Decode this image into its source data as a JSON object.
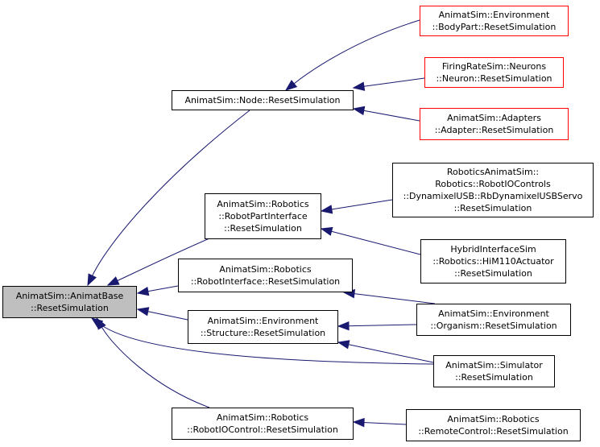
{
  "diagram": {
    "colors": {
      "edge": "#191970",
      "border": "#000000",
      "border_highlight": "#ff0000",
      "root_fill": "#bfbfbf"
    },
    "nodes": [
      {
        "id": "root",
        "lines": [
          "AnimatSim::AnimatBase",
          "::ResetSimulation"
        ],
        "style": "root"
      },
      {
        "id": "node_reset",
        "lines": [
          "AnimatSim::Node::ResetSimulation"
        ],
        "style": "normal"
      },
      {
        "id": "bodypart",
        "lines": [
          "AnimatSim::Environment",
          "::BodyPart::ResetSimulation"
        ],
        "style": "red"
      },
      {
        "id": "neuron",
        "lines": [
          "FiringRateSim::Neurons",
          "::Neuron::ResetSimulation"
        ],
        "style": "red"
      },
      {
        "id": "adapter",
        "lines": [
          "AnimatSim::Adapters",
          "::Adapter::ResetSimulation"
        ],
        "style": "red"
      },
      {
        "id": "robotpart",
        "lines": [
          "AnimatSim::Robotics",
          "::RobotPartInterface",
          "::ResetSimulation"
        ],
        "style": "normal"
      },
      {
        "id": "dynamixel",
        "lines": [
          "RoboticsAnimatSim::",
          "Robotics::RobotIOControls",
          "::DynamixelUSB::RbDynamixelUSBServo",
          "::ResetSimulation"
        ],
        "style": "normal"
      },
      {
        "id": "him110",
        "lines": [
          "HybridInterfaceSim",
          "::Robotics::HiM110Actuator",
          "::ResetSimulation"
        ],
        "style": "normal"
      },
      {
        "id": "robotinterface",
        "lines": [
          "AnimatSim::Robotics",
          "::RobotInterface::ResetSimulation"
        ],
        "style": "normal"
      },
      {
        "id": "structure",
        "lines": [
          "AnimatSim::Environment",
          "::Structure::ResetSimulation"
        ],
        "style": "normal"
      },
      {
        "id": "organism",
        "lines": [
          "AnimatSim::Environment",
          "::Organism::ResetSimulation"
        ],
        "style": "normal"
      },
      {
        "id": "simulator",
        "lines": [
          "AnimatSim::Simulator",
          "::ResetSimulation"
        ],
        "style": "normal"
      },
      {
        "id": "robotio",
        "lines": [
          "AnimatSim::Robotics",
          "::RobotIOControl::ResetSimulation"
        ],
        "style": "normal"
      },
      {
        "id": "remote",
        "lines": [
          "AnimatSim::Robotics",
          "::RemoteControl::ResetSimulation"
        ],
        "style": "normal"
      }
    ],
    "edges": [
      {
        "from": "node_reset",
        "to": "root"
      },
      {
        "from": "robotpart",
        "to": "root"
      },
      {
        "from": "robotinterface",
        "to": "root"
      },
      {
        "from": "structure",
        "to": "root"
      },
      {
        "from": "simulator",
        "to": "root"
      },
      {
        "from": "robotio",
        "to": "root"
      },
      {
        "from": "bodypart",
        "to": "node_reset"
      },
      {
        "from": "neuron",
        "to": "node_reset"
      },
      {
        "from": "adapter",
        "to": "node_reset"
      },
      {
        "from": "dynamixel",
        "to": "robotpart"
      },
      {
        "from": "him110",
        "to": "robotpart"
      },
      {
        "from": "organism",
        "to": "robotinterface"
      },
      {
        "from": "organism",
        "to": "structure"
      },
      {
        "from": "simulator",
        "to": "structure"
      },
      {
        "from": "remote",
        "to": "robotio"
      }
    ]
  }
}
